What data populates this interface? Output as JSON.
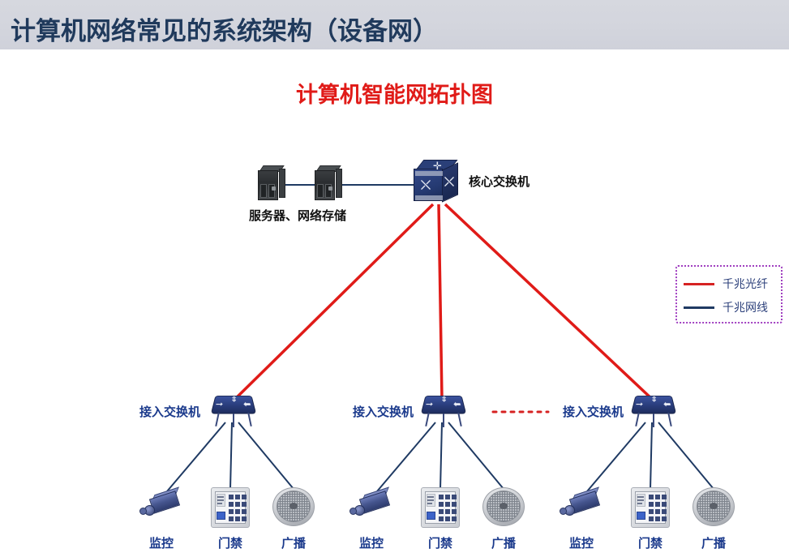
{
  "header": {
    "title": "计算机网络常见的系统架构（设备网）",
    "background_color": "#d4d6de",
    "text_color": "#203a5c"
  },
  "diagram": {
    "title": "计算机智能网拓扑图",
    "title_color": "#e01b18"
  },
  "nodes": {
    "core_switch": {
      "label": "核心交换机",
      "icon": "core-switch-icon"
    },
    "servers": {
      "label": "服务器、网络存储",
      "icon": "server-rack-icon",
      "count": 2
    },
    "access_switches": [
      {
        "label": "接入交换机",
        "icon": "access-switch-icon"
      },
      {
        "label": "接入交换机",
        "icon": "access-switch-icon"
      },
      {
        "label": "接入交换机",
        "icon": "access-switch-icon"
      }
    ],
    "device_groups": [
      {
        "devices": [
          {
            "label": "监控",
            "icon": "camera-icon"
          },
          {
            "label": "门禁",
            "icon": "keypad-icon"
          },
          {
            "label": "广播",
            "icon": "speaker-icon"
          }
        ]
      },
      {
        "devices": [
          {
            "label": "监控",
            "icon": "camera-icon"
          },
          {
            "label": "门禁",
            "icon": "keypad-icon"
          },
          {
            "label": "广播",
            "icon": "speaker-icon"
          }
        ]
      },
      {
        "devices": [
          {
            "label": "监控",
            "icon": "camera-icon"
          },
          {
            "label": "门禁",
            "icon": "keypad-icon"
          },
          {
            "label": "广播",
            "icon": "speaker-icon"
          }
        ]
      }
    ]
  },
  "legend": {
    "border_color": "#a03fc0",
    "items": [
      {
        "label": "千兆光纤",
        "color": "#d62222",
        "style": "solid"
      },
      {
        "label": "千兆网线",
        "color": "#1f3a63",
        "style": "solid"
      }
    ]
  },
  "links": {
    "fiber_color": "#e01b18",
    "cable_color": "#1f3a63",
    "ellipsis_color": "#d62222"
  }
}
